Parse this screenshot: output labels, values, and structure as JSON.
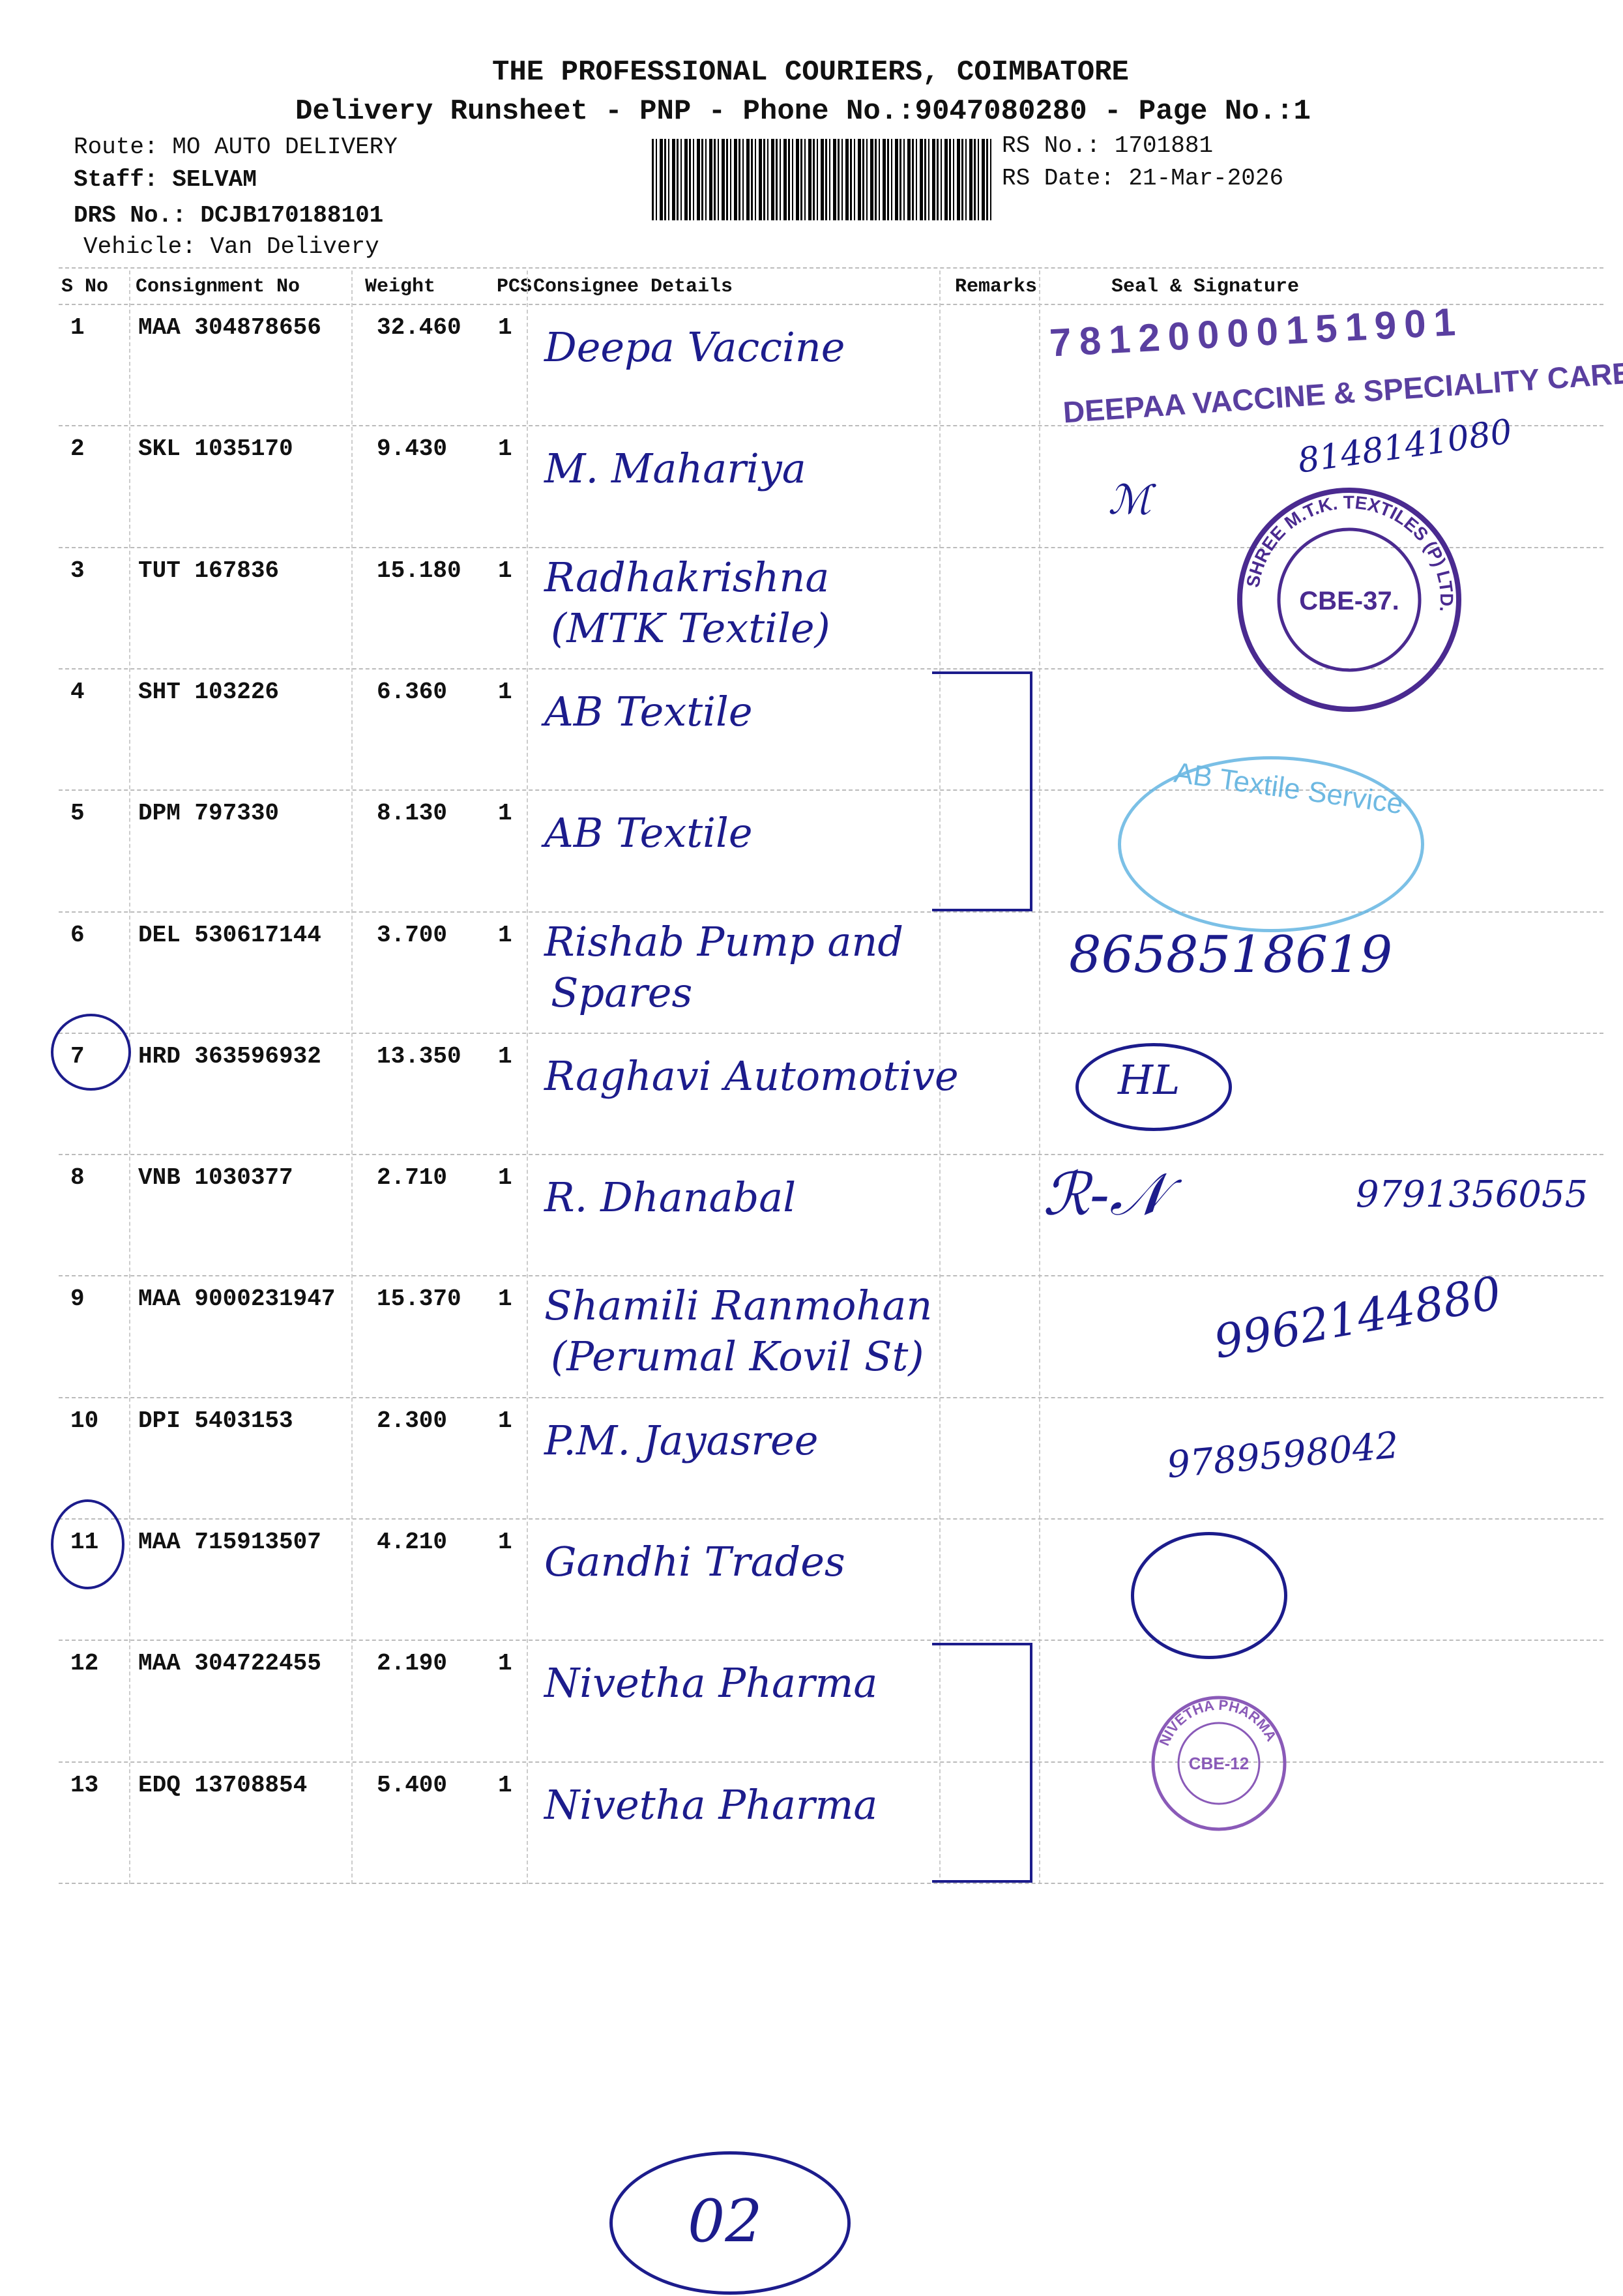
{
  "header": {
    "company": "THE PROFESSIONAL COURIERS, COIMBATORE",
    "subtitle": "Delivery Runsheet - PNP - Phone No.:9047080280 - Page No.:1",
    "route": "Route: MO AUTO DELIVERY",
    "staff": "Staff: SELVAM",
    "drs_no": "DRS No.: DCJB170188101",
    "vehicle": "Vehicle: Van Delivery",
    "rs_no": "RS No.: 1701881",
    "rs_date": "RS Date: 21-Mar-2026"
  },
  "columns": [
    "S No",
    "Consignment No",
    "Weight",
    "PCS",
    "Consignee Details",
    "Remarks",
    "Seal & Signature"
  ],
  "rows": [
    {
      "sno": "1",
      "consignment": "MAA 304878656",
      "weight": "32.460",
      "pcs": "1",
      "consignee": [
        "Deepa Vaccine"
      ]
    },
    {
      "sno": "2",
      "consignment": "SKL 1035170",
      "weight": "9.430",
      "pcs": "1",
      "consignee": [
        "M. Mahariya"
      ]
    },
    {
      "sno": "3",
      "consignment": "TUT 167836",
      "weight": "15.180",
      "pcs": "1",
      "consignee": [
        "Radhakrishna",
        "(MTK Textile)"
      ]
    },
    {
      "sno": "4",
      "consignment": "SHT 103226",
      "weight": "6.360",
      "pcs": "1",
      "consignee": [
        "AB Textile"
      ]
    },
    {
      "sno": "5",
      "consignment": "DPM 797330",
      "weight": "8.130",
      "pcs": "1",
      "consignee": [
        "AB Textile"
      ]
    },
    {
      "sno": "6",
      "consignment": "DEL 530617144",
      "weight": "3.700",
      "pcs": "1",
      "consignee": [
        "Rishab Pump and",
        "Spares"
      ]
    },
    {
      "sno": "7",
      "consignment": "HRD 363596932",
      "weight": "13.350",
      "pcs": "1",
      "consignee": [
        "Raghavi Automotive"
      ]
    },
    {
      "sno": "8",
      "consignment": "VNB 1030377",
      "weight": "2.710",
      "pcs": "1",
      "consignee": [
        "R. Dhanabal"
      ]
    },
    {
      "sno": "9",
      "consignment": "MAA 9000231947",
      "weight": "15.370",
      "pcs": "1",
      "consignee": [
        "Shamili Ranmohan",
        "(Perumal Kovil St)"
      ]
    },
    {
      "sno": "10",
      "consignment": "DPI 5403153",
      "weight": "2.300",
      "pcs": "1",
      "consignee": [
        "P.M. Jayasree"
      ]
    },
    {
      "sno": "11",
      "consignment": "MAA 715913507",
      "weight": "4.210",
      "pcs": "1",
      "consignee": [
        "Gandhi Trades"
      ]
    },
    {
      "sno": "12",
      "consignment": "MAA 304722455",
      "weight": "2.190",
      "pcs": "1",
      "consignee": [
        "Nivetha Pharma"
      ]
    },
    {
      "sno": "13",
      "consignment": "EDQ 13708854",
      "weight": "5.400",
      "pcs": "1",
      "consignee": [
        "Nivetha Pharma"
      ]
    }
  ],
  "signatures": {
    "stamp_deepa_number": "78120000151901",
    "stamp_deepa_name": "DEEPAA VACCINE & SPECIALITY CARE",
    "phone_2": "8148141080",
    "stamp_mtk_ring": "SHREE M.T.K. TEXTILES (P) LTD.",
    "stamp_mtk_center": "CBE-37.",
    "stamp_ab": "AB Textile Service",
    "phone_6": "8658518619",
    "initials_7": "HL",
    "phone_8": "9791356055",
    "phone_9": "9962144880",
    "phone_10": "9789598042",
    "stamp_nivetha_ring": "NIVETHA PHARMA",
    "stamp_nivetha_center": "CBE-12",
    "page_mark": "02"
  }
}
